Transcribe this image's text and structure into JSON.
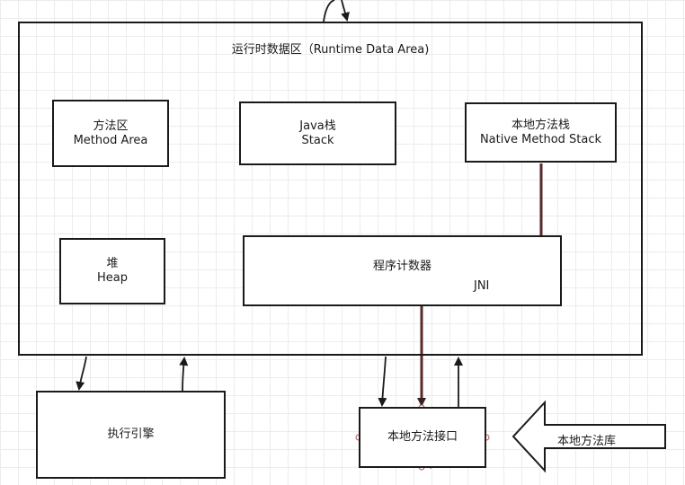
{
  "runtime_data_area": {
    "title": "运行时数据区（Runtime Data Area)"
  },
  "method_area": {
    "line1": "方法区",
    "line2": "Method Area"
  },
  "java_stack": {
    "line1": "Java栈",
    "line2": "Stack"
  },
  "native_method_stack": {
    "line1": "本地方法栈",
    "line2": "Native Method Stack"
  },
  "heap": {
    "line1": "堆",
    "line2": "Heap"
  },
  "program_counter": {
    "label": "程序计数器"
  },
  "execution_engine": {
    "label": "执行引擎"
  },
  "native_interface": {
    "label": "本地方法接口"
  },
  "native_library": {
    "label": "本地方法库"
  },
  "jni": {
    "label": "JNI"
  },
  "colors": {
    "border": "#1a1a1a",
    "jni_line": "#5a2a2a",
    "grid": "#ececec"
  }
}
